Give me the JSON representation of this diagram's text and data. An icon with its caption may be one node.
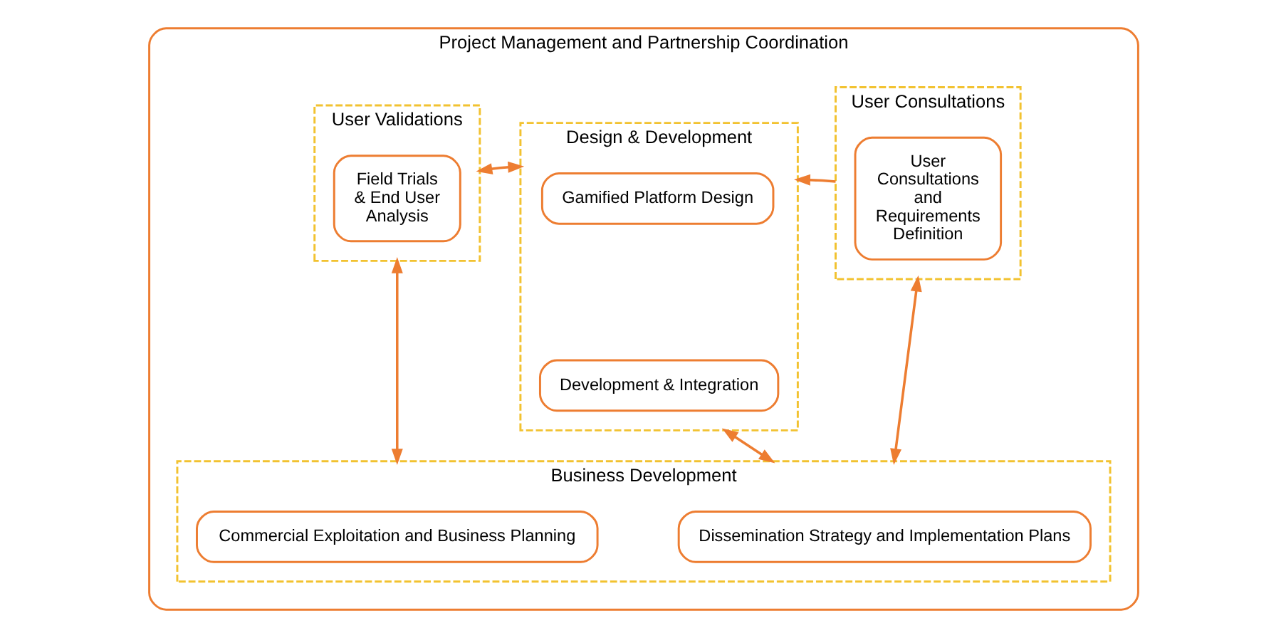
{
  "diagram": {
    "nodes": [
      {
        "text": [
          "Project Management and Partnership Coordination"
        ]
      },
      {
        "text": [
          "User Consultations"
        ],
        "in": 0
      },
      {
        "text": [
          "User Consultations and Requirements Definition"
        ],
        "in": 1
      },
      {
        "text": [
          "Design & Development"
        ],
        "in": 0
      },
      {
        "text": [
          "Gamified Platform Design"
        ],
        "in": 3
      },
      {
        "text": [
          "Development & Integration"
        ],
        "in": 3
      },
      {
        "text": [
          "User Validations"
        ],
        "in": 0
      },
      {
        "text": [
          "Field Trials & End User Analysis"
        ],
        "in": 6
      },
      {
        "text": [
          "Business Development"
        ],
        "in": 0
      },
      {
        "text": [
          "Dissemination Strategy and Implementation Plans"
        ],
        "in": 8
      },
      {
        "text": [
          "Commercial Exploitation and Business Planning"
        ],
        "in": 8
      }
    ],
    "edges": [
      {
        "from": 1,
        "to": 3,
        "arrow": "to"
      },
      {
        "from": 3,
        "to": 6,
        "arrow": "both"
      },
      {
        "from": 1,
        "to": 8,
        "arrow": "both"
      },
      {
        "from": 3,
        "to": 8,
        "arrow": "both"
      },
      {
        "from": 6,
        "to": 8,
        "arrow": "both"
      }
    ]
  }
}
